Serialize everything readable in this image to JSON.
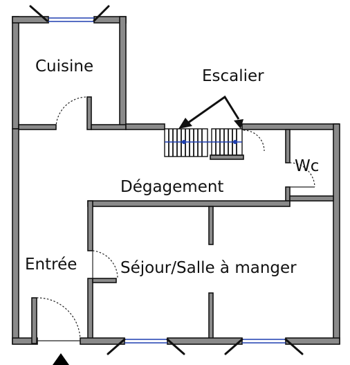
{
  "rooms": {
    "cuisine": "Cuisine",
    "escalier": "Escalier",
    "wc": "Wc",
    "degagement": "Dégagement",
    "entree": "Entrée",
    "sejour": "Séjour/Salle à manger"
  },
  "colors": {
    "wall_fill": "#8a8a8a",
    "wall_outline": "#111111",
    "window": "#1f3fb0",
    "background": "#ffffff"
  }
}
